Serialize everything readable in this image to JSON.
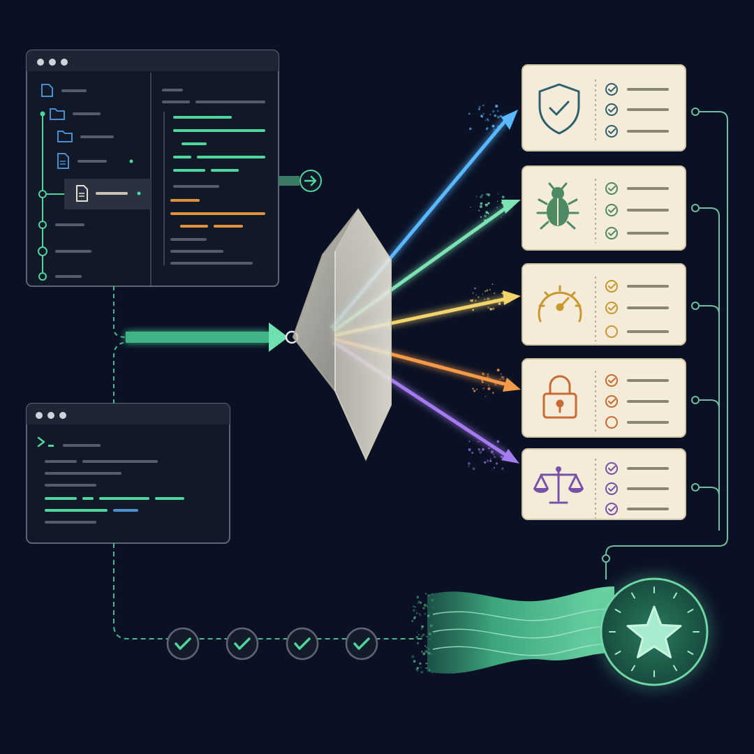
{
  "colors": {
    "background": "#0a1124",
    "window_fill": "#111827",
    "window_border": "#5f6673",
    "window_titlebar": "#1e2535",
    "green_accent": "#4fd69c",
    "teal_connector": "#6fbf9e",
    "card_fill": "#f4ecd9",
    "card_border": "#cfc3a6",
    "line_gray": "#555d6a",
    "ray_blue": "#5ab8ff",
    "ray_green": "#7de3b5",
    "ray_yellow": "#f3d46c",
    "ray_orange": "#f59a4a",
    "ray_purple": "#a57cf0",
    "icon_shield": "#2e5f6e",
    "icon_bug": "#4e8a64",
    "icon_gauge": "#c9962f",
    "icon_lock": "#c96a32",
    "icon_scales": "#7552a8",
    "wave_green": "#4fb58c",
    "badge_fill": "#1e5b4a"
  },
  "editor_window": {
    "titlebar_dots": 3,
    "file_tree_icons": [
      "file-icon",
      "folder-icon",
      "folder-icon",
      "file-icon",
      "file-icon"
    ],
    "export_icon": "arrow-right-circle-icon"
  },
  "terminal_window": {
    "titlebar_dots": 3,
    "prompt_glyph": ">_"
  },
  "prism": {
    "icon": "crystal-prism",
    "rays": 5
  },
  "review_cards": [
    {
      "id": "security",
      "icon": "shield-check-icon",
      "accent": "#2e5f6e",
      "checks": [
        "done",
        "done",
        "done"
      ]
    },
    {
      "id": "bugs",
      "icon": "bug-icon",
      "accent": "#4e8a64",
      "checks": [
        "done",
        "done",
        "done"
      ]
    },
    {
      "id": "performance",
      "icon": "gauge-icon",
      "accent": "#c9962f",
      "checks": [
        "done",
        "done",
        "pending"
      ]
    },
    {
      "id": "access",
      "icon": "padlock-icon",
      "accent": "#c96a32",
      "checks": [
        "done",
        "done",
        "pending"
      ]
    },
    {
      "id": "compliance",
      "icon": "scales-icon",
      "accent": "#7552a8",
      "checks": [
        "done",
        "done",
        "done"
      ]
    }
  ],
  "pipeline": {
    "check_nodes": [
      "done",
      "done",
      "done",
      "done"
    ],
    "result_icon": "star-badge-icon"
  }
}
